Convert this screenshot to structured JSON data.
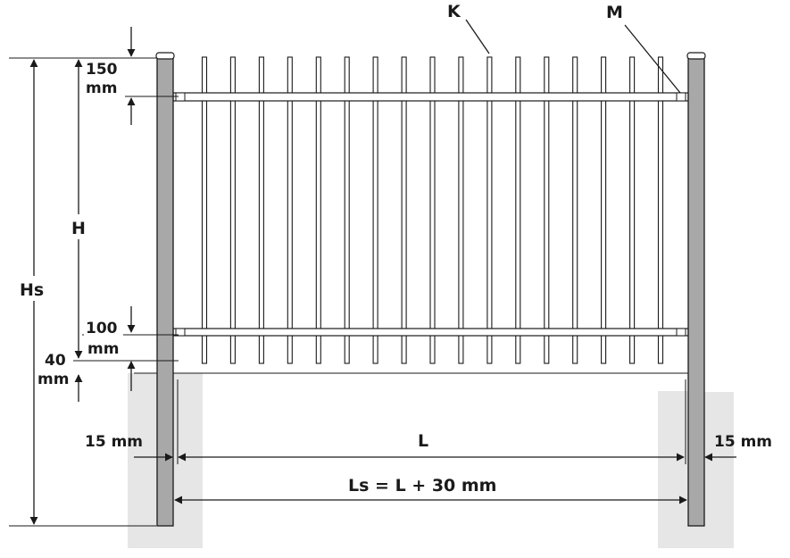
{
  "labels": {
    "k": "K",
    "m": "M",
    "top_gap_value": "150",
    "top_gap_unit": "mm",
    "h": "H",
    "hs": "Hs",
    "bottom_rail_value": "100",
    "bottom_rail_unit": "mm",
    "ground_gap_value": "40",
    "ground_gap_unit": "mm",
    "left_clearance": "15 mm",
    "right_clearance": "15 mm",
    "l": "L",
    "ls_formula": "Ls = L + 30 mm"
  },
  "colors": {
    "post_fill": "#a8a8a8",
    "concrete_fill": "#e6e6e6",
    "line": "#1a1a1a"
  },
  "fence": {
    "picket_count": 17
  }
}
